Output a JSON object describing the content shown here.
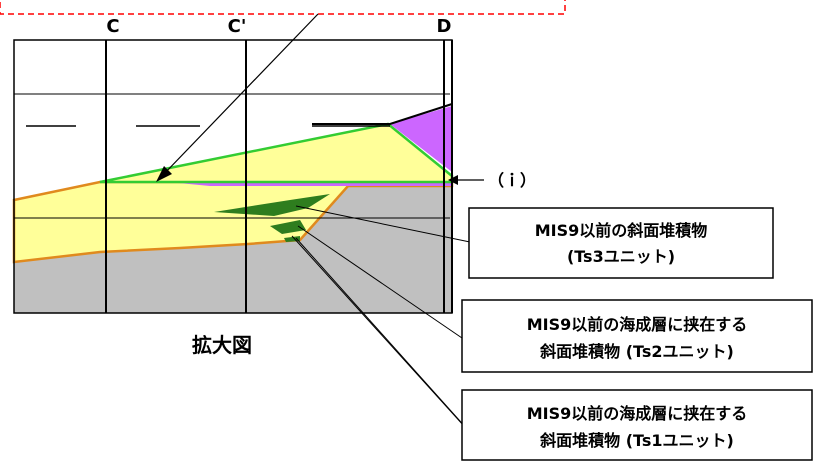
{
  "column_labels": [
    "C",
    "C'",
    "D"
  ],
  "marker_label": "（ｉ）",
  "figure_caption": "拡大図",
  "callouts": [
    {
      "line1": "MIS9以前の斜面堆積物",
      "line2": "(Ts3ユニット)"
    },
    {
      "line1": "MIS9以前の海成層に挟在する",
      "line2": "斜面堆積物 (Ts2ユニット)"
    },
    {
      "line1": "MIS9以前の海成層に挟在する",
      "line2": "斜面堆積物 (Ts1ユニット)"
    }
  ],
  "colors": {
    "bedrock": "#c0c0c0",
    "marine_layer": "#ffff99",
    "marine_outline": "#e08a1e",
    "slope_outline": "#33cc33",
    "violet": "#cc66ff",
    "slope_deposit": "#2e7d1e",
    "top_box_border": "#ff0000"
  }
}
